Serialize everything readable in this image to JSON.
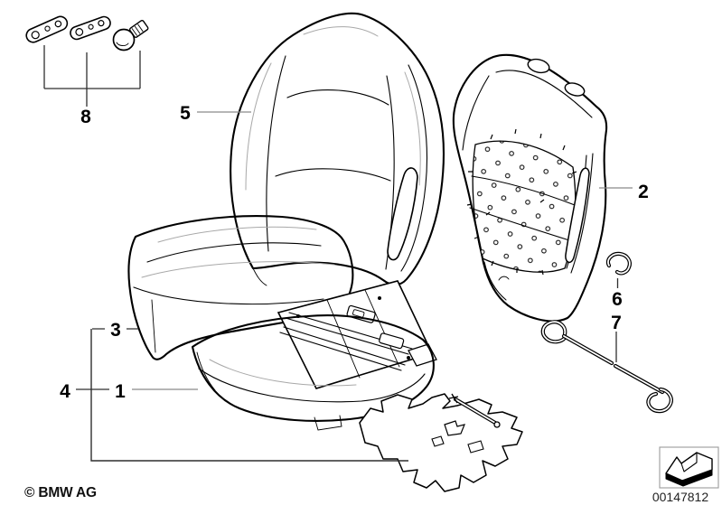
{
  "page": {
    "background": "#ffffff",
    "line_color": "#000000",
    "accent_gray": "#8a8a8a"
  },
  "callouts": [
    {
      "id": "1",
      "label": "1"
    },
    {
      "id": "2",
      "label": "2"
    },
    {
      "id": "3",
      "label": "3"
    },
    {
      "id": "4",
      "label": "4"
    },
    {
      "id": "5",
      "label": "5"
    },
    {
      "id": "6",
      "label": "6"
    },
    {
      "id": "7",
      "label": "7"
    },
    {
      "id": "8",
      "label": "8"
    }
  ],
  "footer": {
    "copyright": "© BMW AG",
    "image_number": "00147812"
  }
}
